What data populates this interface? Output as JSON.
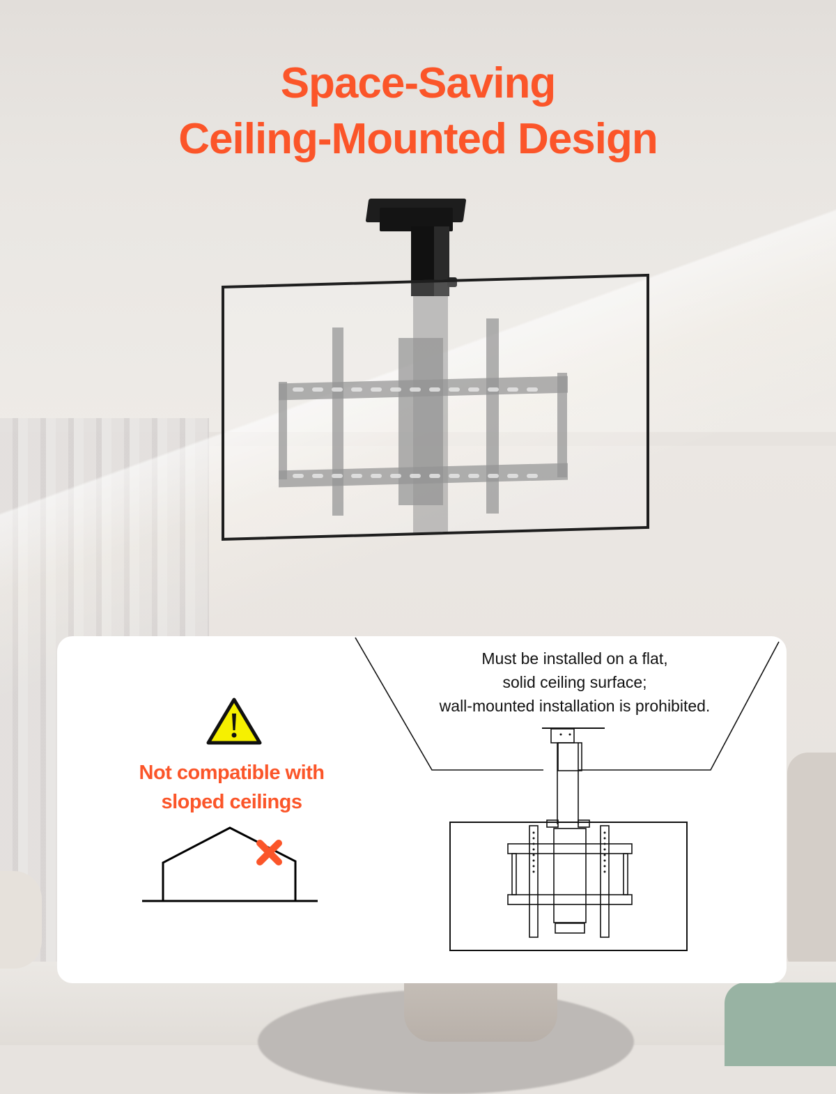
{
  "header": {
    "title_line1": "Space-Saving",
    "title_line2": "Ceiling-Mounted Design"
  },
  "colors": {
    "accent": "#fb5529",
    "warning_yellow": "#f6f000",
    "card_background": "#ffffff",
    "line_art": "#111111"
  },
  "product": {
    "name": "Ceiling TV mount",
    "icon": "ceiling-tv-mount"
  },
  "card": {
    "warning": {
      "icon": "warning-triangle-icon",
      "line1": "Not compatible with",
      "line2": "sloped ceilings",
      "diagram_icon": "sloped-roof-cross-icon"
    },
    "install_note": {
      "line1": "Must be installed on a flat,",
      "line2": "solid ceiling surface;",
      "line3": "wall-mounted installation is prohibited.",
      "diagram_icon": "flat-ceiling-mount-diagram"
    }
  }
}
